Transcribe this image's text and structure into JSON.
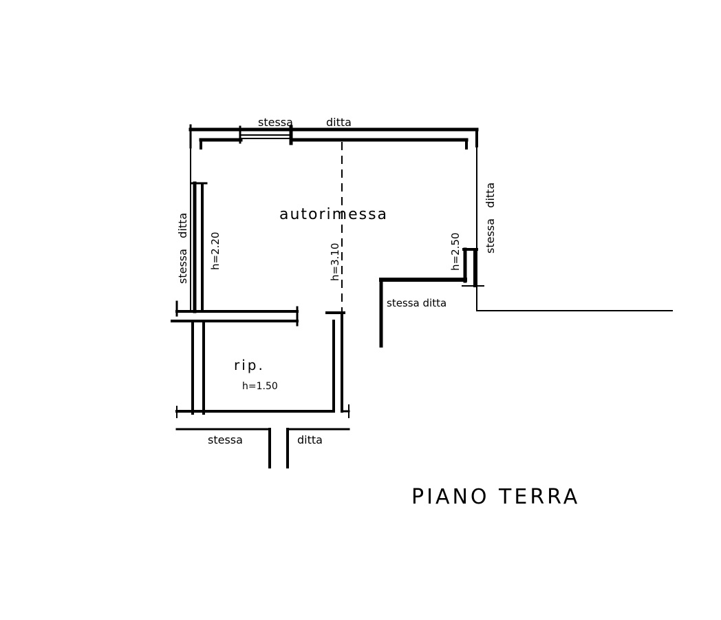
{
  "plan": {
    "title": "PIANO TERRA",
    "rooms": {
      "garage": "autorimessa",
      "storage": "rip.",
      "storage_height": "h=1.50"
    },
    "heights": {
      "left_wall": "h=2.20",
      "center": "h=3.10",
      "right_wall": "h=2.50"
    },
    "neighbours": {
      "top_a": "stessa",
      "top_b": "ditta",
      "left": "stessa   ditta",
      "right": "stessa   ditta",
      "inner": "stessa ditta",
      "bottom_a": "stessa",
      "bottom_b": "ditta"
    },
    "ink_color": "#000000"
  }
}
